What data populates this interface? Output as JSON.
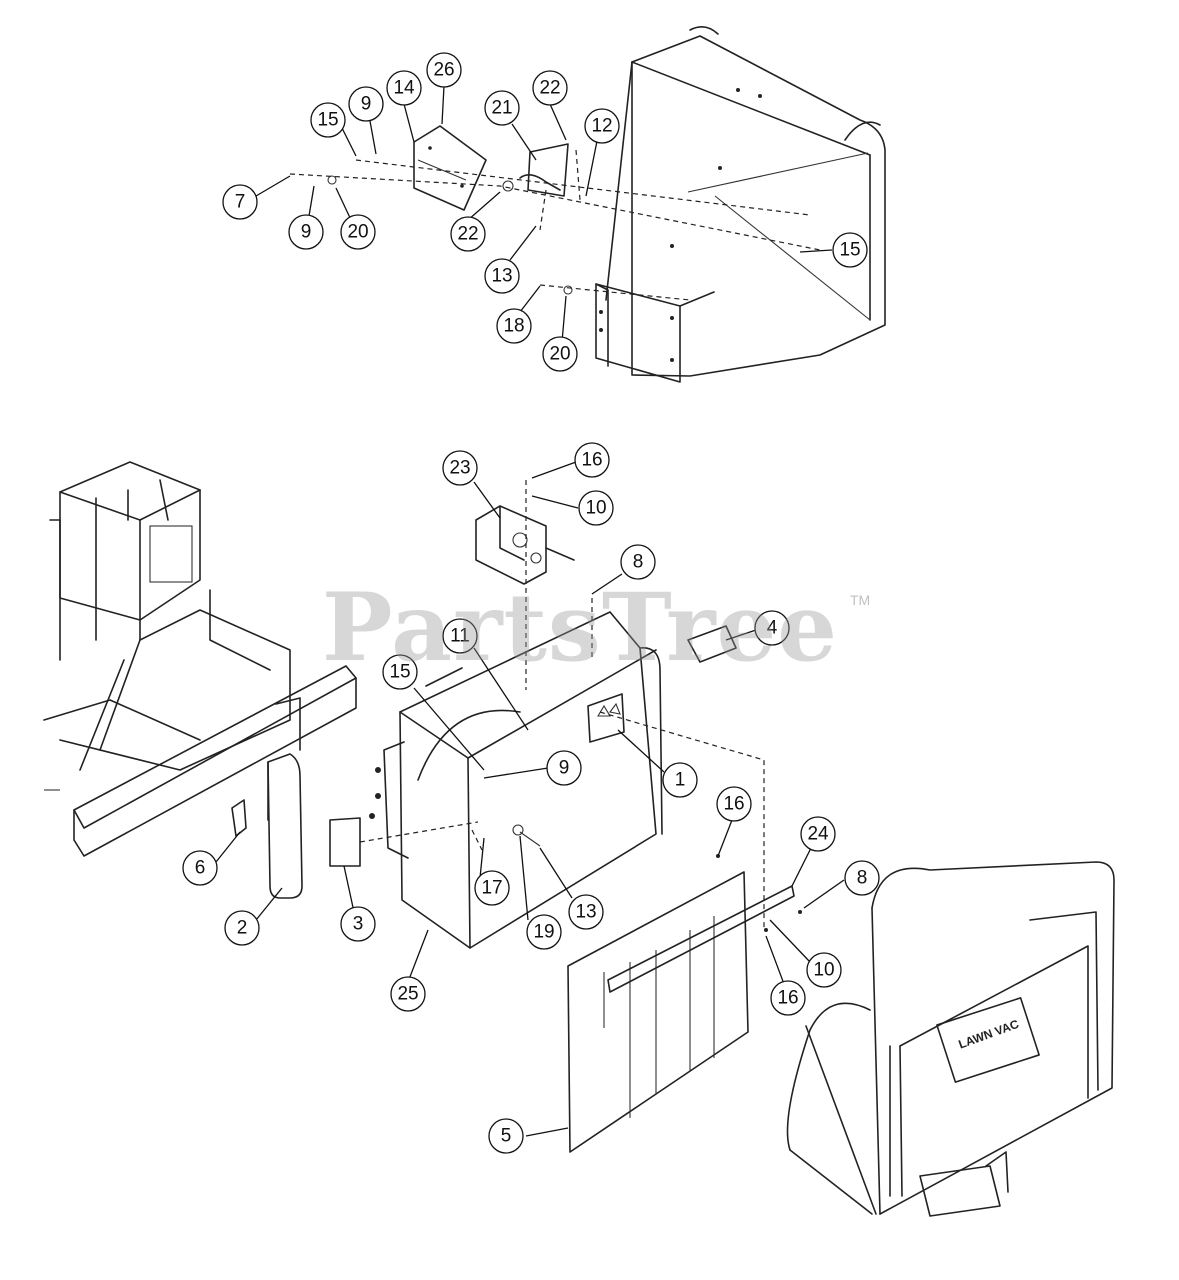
{
  "watermark": {
    "text": "PartsTree",
    "trademark": "TM"
  },
  "top_assembly": {
    "callouts": [
      "26",
      "14",
      "9",
      "15",
      "21",
      "22",
      "12",
      "7",
      "9",
      "20",
      "22",
      "15",
      "13",
      "18",
      "20"
    ]
  },
  "bottom_assembly": {
    "callouts": [
      "23",
      "16",
      "10",
      "8",
      "4",
      "11",
      "15",
      "9",
      "1",
      "16",
      "24",
      "8",
      "6",
      "2",
      "3",
      "17",
      "19",
      "13",
      "25",
      "10",
      "16",
      "5"
    ]
  },
  "decal_brand": "LAWN VAC",
  "colors": {
    "line": "#222222",
    "watermark": "#969696",
    "background": "#ffffff"
  }
}
